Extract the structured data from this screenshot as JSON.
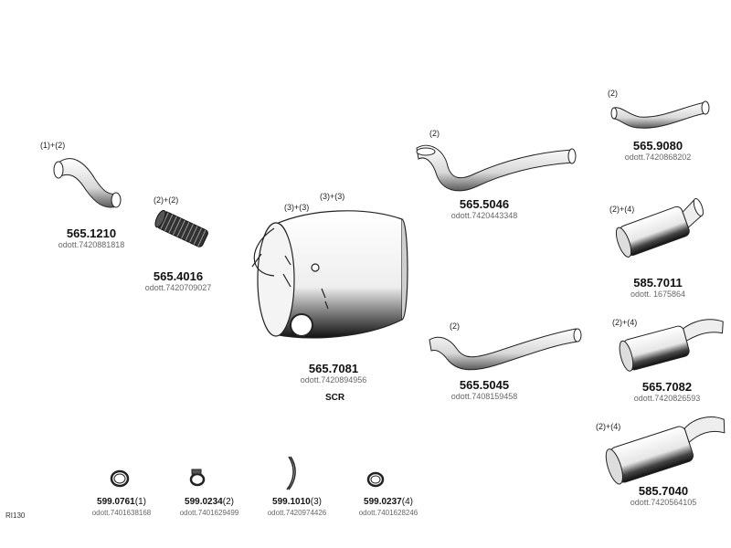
{
  "diagram": {
    "ref_code": "RI130",
    "scr_label": "SCR",
    "parts": [
      {
        "id": "p5651210",
        "qty": "(1)+(2)",
        "code": "565.1210",
        "odott": "odott.7420881818"
      },
      {
        "id": "p5654016",
        "qty": "(2)+(2)",
        "code": "565.4016",
        "odott": "odott.7420709027"
      },
      {
        "id": "p5657081",
        "qty": "(3)+(3)",
        "qty2": "(3)+(3)",
        "code": "565.7081",
        "odott": "odott.7420894956"
      },
      {
        "id": "p5655046",
        "qty": "(2)",
        "code": "565.5046",
        "odott": "odott.7420443348"
      },
      {
        "id": "p5659080",
        "qty": "(2)",
        "code": "565.9080",
        "odott": "odott.7420868202"
      },
      {
        "id": "p5857011",
        "qty": "(2)+(4)",
        "code": "585.7011",
        "odott": "odott. 1675864"
      },
      {
        "id": "p5655045",
        "qty": "(2)",
        "code": "565.5045",
        "odott": "odott.7408159458"
      },
      {
        "id": "p5657082",
        "qty": "(2)+(4)",
        "code": "565.7082",
        "odott": "odott.7420826593"
      },
      {
        "id": "p5857040",
        "qty": "(2)+(4)",
        "code": "585.7040",
        "odott": "odott.7420564105"
      }
    ],
    "small_parts": [
      {
        "code": "599.0761",
        "qty": "(1)",
        "odott": "odott.7401638168"
      },
      {
        "code": "599.0234",
        "qty": "(2)",
        "odott": "odott.7401629499"
      },
      {
        "code": "599.1010",
        "qty": "(3)",
        "odott": "odott.7420974426"
      },
      {
        "code": "599.0237",
        "qty": "(4)",
        "odott": "odott.7401628246"
      }
    ]
  }
}
